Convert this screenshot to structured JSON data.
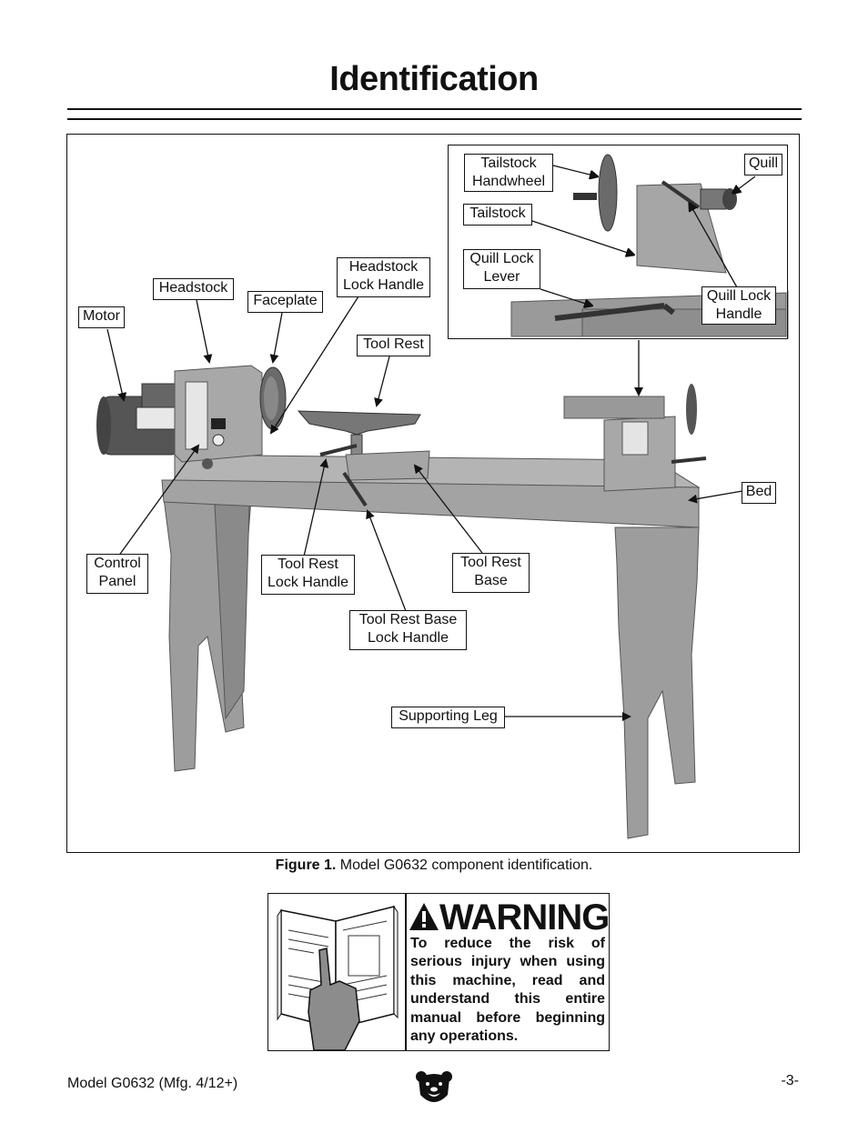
{
  "page": {
    "title": "Identification"
  },
  "figure": {
    "caption_bold": "Figure 1.",
    "caption_text": " Model G0632 component identification.",
    "labels": {
      "tailstock_handwheel": "Tailstock\nHandwheel",
      "quill": "Quill",
      "tailstock": "Tailstock",
      "quill_lock_lever": "Quill Lock\nLever",
      "quill_lock_handle": "Quill Lock\nHandle",
      "headstock_lock_handle": "Headstock\nLock Handle",
      "headstock": "Headstock",
      "faceplate": "Faceplate",
      "motor": "Motor",
      "tool_rest": "Tool Rest",
      "bed": "Bed",
      "control_panel": "Control\nPanel",
      "tool_rest_lock_handle": "Tool Rest\nLock Handle",
      "tool_rest_base": "Tool Rest\nBase",
      "tool_rest_base_lock_handle": "Tool Rest Base\nLock Handle",
      "supporting_leg": "Supporting Leg"
    }
  },
  "warning": {
    "heading": "WARNING",
    "text": "To reduce the risk of serious injury when using this machine, read and understand this entire manual before beginning any operations."
  },
  "footer": {
    "model": "Model G0632 (Mfg. 4/12+)",
    "page_number": "-3-"
  },
  "colors": {
    "machine_gray": "#9d9d9d",
    "machine_dark": "#5a5a5a",
    "ink": "#111111"
  },
  "icons": {
    "warning_triangle": "warning-triangle-icon",
    "manual_reading": "manual-reading-illustration",
    "logo": "grizzly-bear-logo"
  }
}
